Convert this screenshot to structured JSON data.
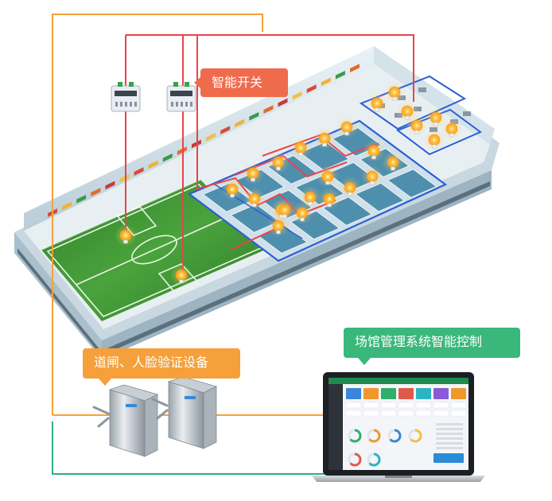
{
  "callouts": {
    "smart_switch": "智能开关",
    "gate_face": "道闸、人脸验证设备",
    "system": "场馆管理系统智能控制"
  },
  "colors": {
    "orange_line": "#f5a03a",
    "red_line": "#e8444a",
    "green_line": "#2fae84",
    "switch_callout": "#ef6b4c",
    "gate_callout": "#f5a03a",
    "system_callout": "#3ab77a",
    "field_grass": "#3f9a34",
    "court_blue": "#5d96b4",
    "zone_border": "#2a5fd6",
    "lamp": "#ffb22e",
    "building_wall": "#dfe9ef"
  },
  "icons": [
    "smart-switch-module-icon",
    "light-bulb-icon",
    "turnstile-gate-icon",
    "laptop-dashboard-icon"
  ]
}
